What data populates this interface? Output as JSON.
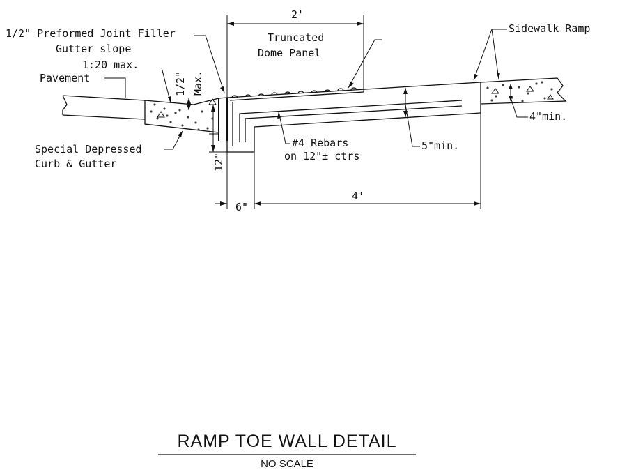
{
  "labels": {
    "joint_filler": "1/2\" Preformed Joint Filler",
    "gutter_slope": "Gutter slope",
    "slope_max": "1:20 max.",
    "pavement": "Pavement",
    "special_curb_line1": "Special Depressed",
    "special_curb_line2": "Curb & Gutter",
    "truncated_line1": "Truncated",
    "truncated_line2": "Dome Panel",
    "sidewalk_ramp": "Sidewalk Ramp",
    "rebars_line1": "#4 Rebars",
    "rebars_line2": "on 12\"± ctrs",
    "five_min": "5\"min.",
    "four_min": "4\"min."
  },
  "dimensions": {
    "top_width": "2'",
    "half_inch": "1/2\"",
    "max": "Max.",
    "twelve_inch": "12\"",
    "six_inch": "6\"",
    "four_ft": "4'"
  },
  "title": {
    "main": "RAMP TOE WALL DETAIL",
    "sub": "NO SCALE"
  }
}
